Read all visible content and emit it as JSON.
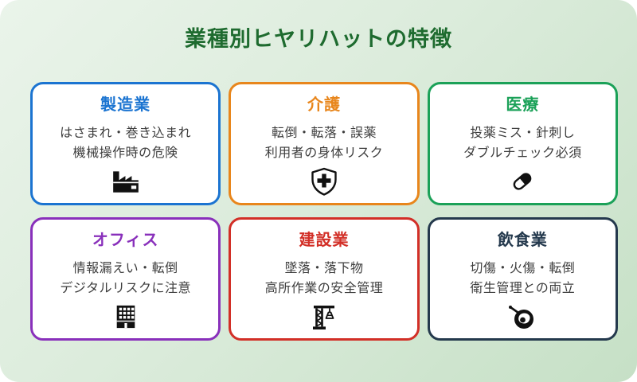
{
  "title": "業種別ヒヤリハットの特徴",
  "colors": {
    "title_green": "#1e6b2f",
    "background_gradient_start": "#eaf4ea",
    "background_gradient_end": "#c6e0c6",
    "card_background": "#ffffff",
    "body_text": "#3d3d3d",
    "icon_black": "#111111"
  },
  "cards": [
    {
      "id": "manufacturing",
      "label": "製造業",
      "line1": "はさまれ・巻き込まれ",
      "line2": "機械操作時の危険",
      "icon": "factory-icon",
      "color": "#1b74d1"
    },
    {
      "id": "nursing-care",
      "label": "介護",
      "line1": "転倒・転落・誤薬",
      "line2": "利用者の身体リスク",
      "icon": "shield-cross-icon",
      "color": "#e8861c"
    },
    {
      "id": "medical",
      "label": "医療",
      "line1": "投薬ミス・針刺し",
      "line2": "ダブルチェック必須",
      "icon": "capsule-icon",
      "color": "#1ba158"
    },
    {
      "id": "office",
      "label": "オフィス",
      "line1": "情報漏えい・転倒",
      "line2": "デジタルリスクに注意",
      "icon": "office-building-icon",
      "color": "#8930bb"
    },
    {
      "id": "construction",
      "label": "建設業",
      "line1": "墜落・落下物",
      "line2": "高所作業の安全管理",
      "icon": "crane-icon",
      "color": "#d22f27"
    },
    {
      "id": "food-service",
      "label": "飲食業",
      "line1": "切傷・火傷・転倒",
      "line2": "衛生管理との両立",
      "icon": "frying-pan-icon",
      "color": "#24394d"
    }
  ]
}
